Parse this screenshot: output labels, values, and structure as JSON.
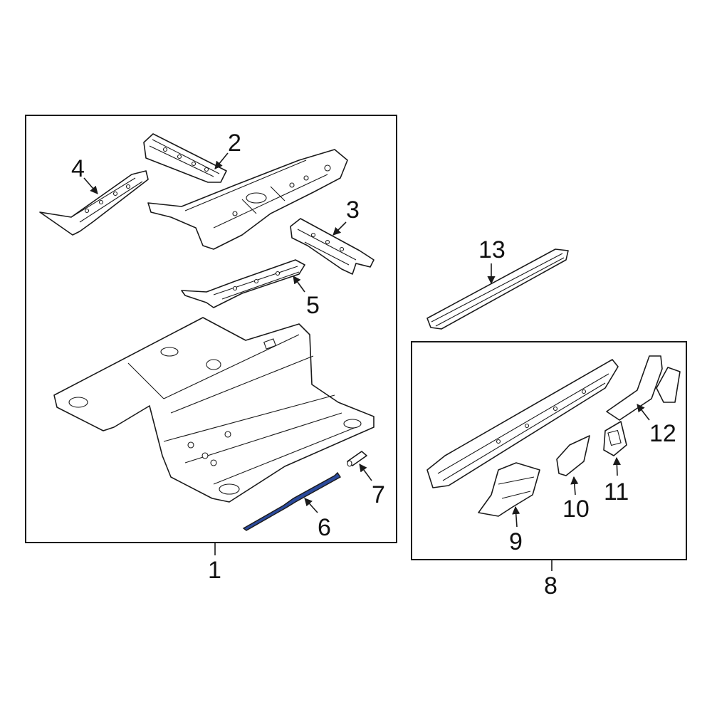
{
  "callouts": {
    "c1": "1",
    "c2": "2",
    "c3": "3",
    "c4": "4",
    "c5": "5",
    "c6": "6",
    "c7": "7",
    "c8": "8",
    "c9": "9",
    "c10": "10",
    "c11": "11",
    "c12": "12",
    "c13": "13"
  },
  "colors": {
    "highlight": "#2b4a9c",
    "line": "#1a1a1a",
    "background": "#ffffff"
  }
}
